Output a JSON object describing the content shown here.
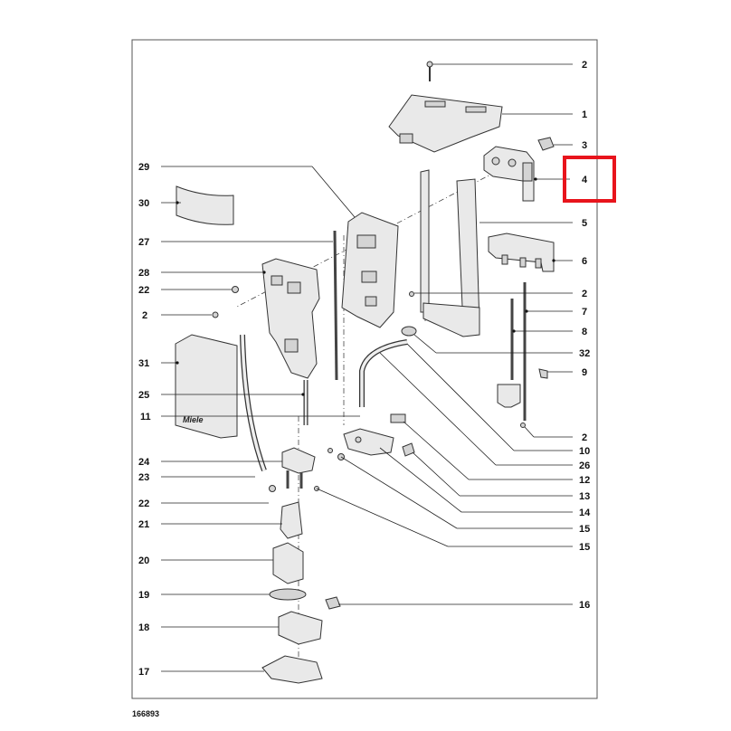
{
  "diagram": {
    "highlight_color": "#e8141c",
    "highlighted_label": "4",
    "footer_code": "166893",
    "labels_right": [
      {
        "id": "r2a",
        "text": "2"
      },
      {
        "id": "r1",
        "text": "1"
      },
      {
        "id": "r3",
        "text": "3"
      },
      {
        "id": "r4",
        "text": "4"
      },
      {
        "id": "r5",
        "text": "5"
      },
      {
        "id": "r6",
        "text": "6"
      },
      {
        "id": "r2b",
        "text": "2"
      },
      {
        "id": "r7",
        "text": "7"
      },
      {
        "id": "r8",
        "text": "8"
      },
      {
        "id": "r32",
        "text": "32"
      },
      {
        "id": "r9",
        "text": "9"
      },
      {
        "id": "r2c",
        "text": "2"
      },
      {
        "id": "r10",
        "text": "10"
      },
      {
        "id": "r26",
        "text": "26"
      },
      {
        "id": "r12",
        "text": "12"
      },
      {
        "id": "r13",
        "text": "13"
      },
      {
        "id": "r14",
        "text": "14"
      },
      {
        "id": "r15a",
        "text": "15"
      },
      {
        "id": "r15b",
        "text": "15"
      },
      {
        "id": "r16",
        "text": "16"
      }
    ],
    "labels_left": [
      {
        "id": "l29",
        "text": "29"
      },
      {
        "id": "l30",
        "text": "30"
      },
      {
        "id": "l27",
        "text": "27"
      },
      {
        "id": "l28",
        "text": "28"
      },
      {
        "id": "l22a",
        "text": "22"
      },
      {
        "id": "l2",
        "text": "2"
      },
      {
        "id": "l31",
        "text": "31"
      },
      {
        "id": "l25",
        "text": "25"
      },
      {
        "id": "l11",
        "text": "11"
      },
      {
        "id": "l24",
        "text": "24"
      },
      {
        "id": "l23",
        "text": "23"
      },
      {
        "id": "l22b",
        "text": "22"
      },
      {
        "id": "l21",
        "text": "21"
      },
      {
        "id": "l20",
        "text": "20"
      },
      {
        "id": "l19",
        "text": "19"
      },
      {
        "id": "l18",
        "text": "18"
      },
      {
        "id": "l17",
        "text": "17"
      }
    ],
    "brand_text": "Miele"
  }
}
